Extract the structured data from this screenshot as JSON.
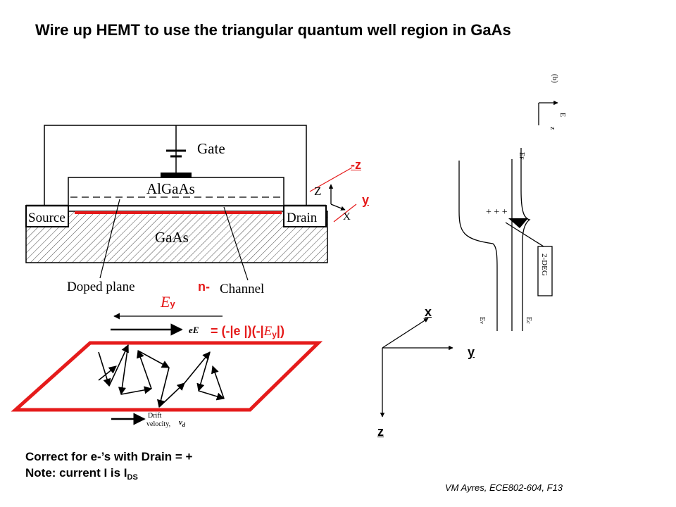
{
  "slide": {
    "title": "Wire up HEMT to use the triangular quantum well region in GaAs",
    "credit": "VM Ayres, ECE802-604, F13"
  },
  "hemt_diagram": {
    "gate_label": "Gate",
    "algaas_label": "AlGaAs",
    "gaas_label": "GaAs",
    "source_label": "Source",
    "drain_label": "Drain",
    "doped_plane_label": "Doped plane",
    "channel_label": "Channel",
    "corner_axis_z": "Z",
    "corner_axis_x": "X"
  },
  "annotations": {
    "neg_z": "-z",
    "y_label": "y",
    "n_minus": "n-",
    "field_symbol": "E",
    "field_sub": "y",
    "force_eq_prefix": "= (-|e |)(-|",
    "force_eq_suffix": "|)"
  },
  "drift_diagram": {
    "field_label": "eE",
    "drift_label_line1": "Drift",
    "drift_label_line2": "velocity,",
    "drift_symbol": "v",
    "drift_sub": "d"
  },
  "band_diagram": {
    "panel_label": "(b)",
    "axis_e": "E",
    "axis_z": "z",
    "ef_label": "E",
    "ef_sub": "F",
    "plus_marks": "+ + +",
    "deg_box": "2-DEG",
    "ev_label": "E",
    "ev_sub": "v",
    "ec_label": "E",
    "ec_sub": "c"
  },
  "coord_axes": {
    "x": "x",
    "y": "y",
    "z": "z"
  },
  "notes": {
    "line1": "Correct for e-’s with Drain = +",
    "line2_prefix": "Note: current I is I",
    "line2_sub": "DS"
  },
  "colors": {
    "accent_red": "#e51b1b"
  }
}
